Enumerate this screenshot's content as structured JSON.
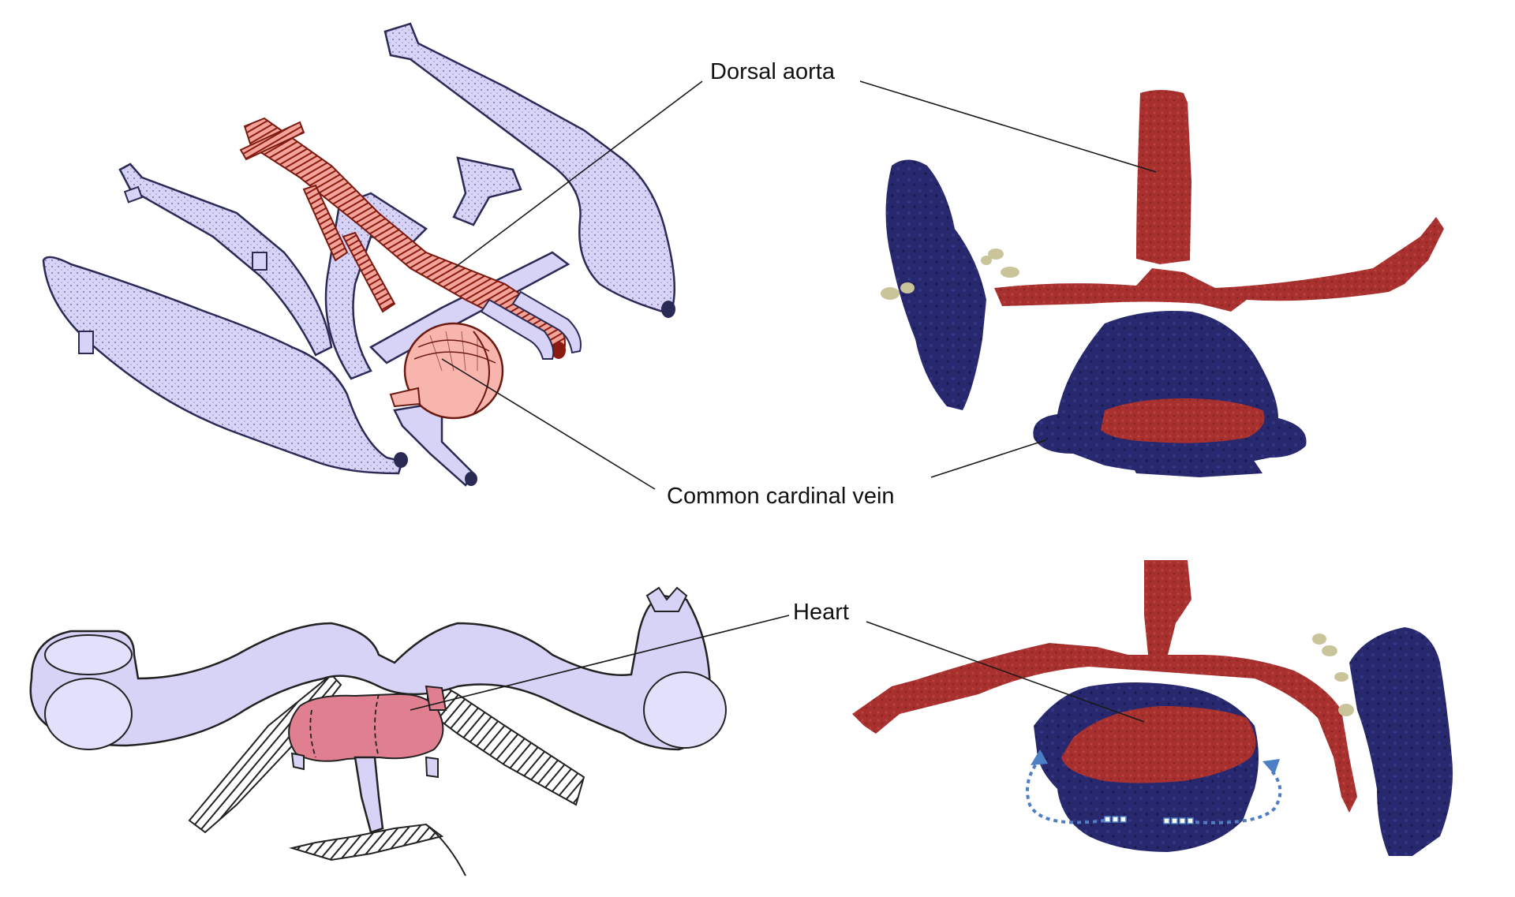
{
  "labels": {
    "dorsal_aorta": "Dorsal aorta",
    "common_cardinal_vein": "Common cardinal vein",
    "heart": "Heart"
  },
  "colors": {
    "vein_fill": "#d6d3f7",
    "vein_stipple": "#2d2a66",
    "artery_fill": "#f2a49a",
    "artery_stripe": "#8a1b10",
    "heart_fill": "#d9808e",
    "model_vein": "#27286e",
    "model_artery": "#a8312f",
    "model_nerve": "#c9c49a",
    "arrow_blue": "#4d7fc4"
  },
  "panels": [
    "top-left-drawing",
    "top-right-3d-model",
    "bottom-left-drawing",
    "bottom-right-3d-model"
  ]
}
